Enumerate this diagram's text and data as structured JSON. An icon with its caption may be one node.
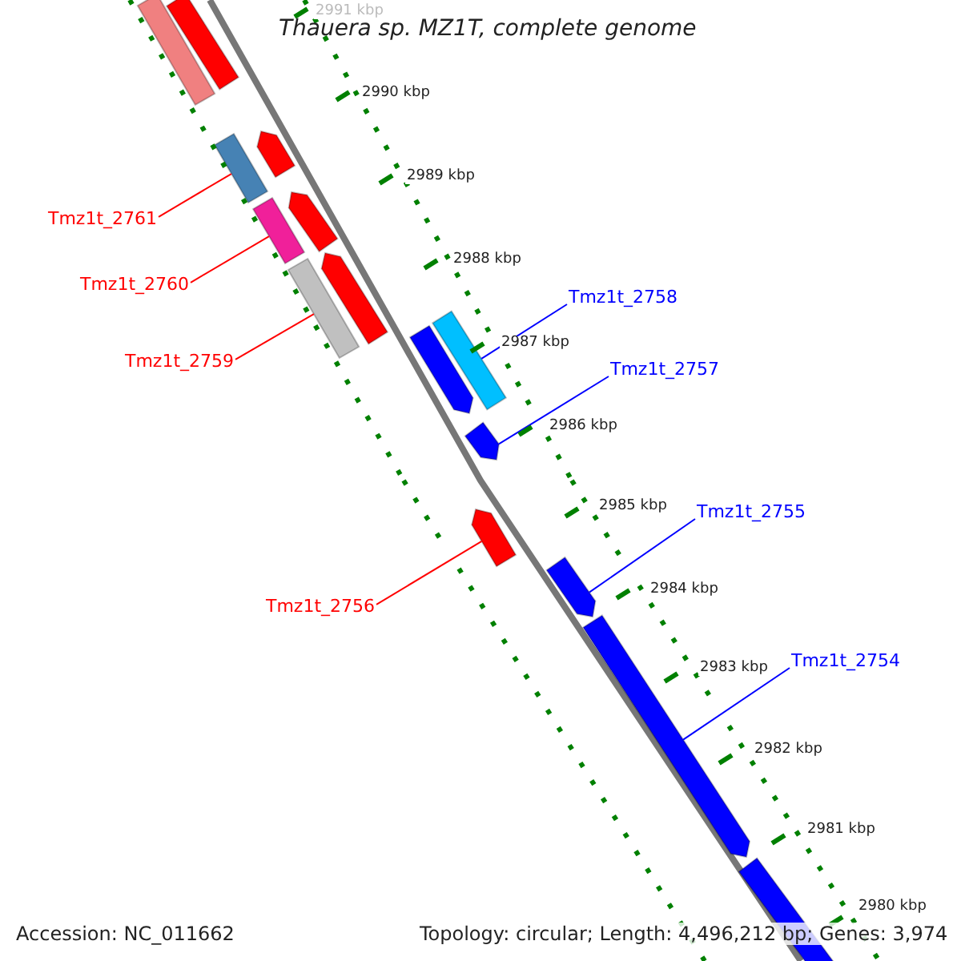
{
  "diagram": {
    "title": "Thauera sp. MZ1T, complete genome",
    "nodes": [
      {
        "text": [],
        "shape": "bar"
      },
      {
        "text": [],
        "shape": "bar"
      },
      {
        "text": [],
        "shape": "bar"
      },
      {
        "text": [],
        "shape": "bar"
      },
      {
        "text": [],
        "shape": "bar"
      },
      {
        "text": [],
        "shape": "bar"
      },
      {
        "text": [],
        "shape": "bar"
      },
      {
        "text": [],
        "shape": "bar"
      },
      {
        "text": [],
        "shape": "bar"
      },
      {
        "text": [],
        "shape": "bar"
      },
      {
        "text": [],
        "shape": "bar"
      },
      {
        "text": [],
        "shape": "bar"
      },
      {
        "text": [],
        "shape": "bar"
      },
      {
        "text": [],
        "shape": "bar"
      },
      {
        "text": [],
        "shape": "bar"
      },
      {
        "text": [
          "Tmz1t_2761"
        ]
      },
      {
        "text": [
          "Tmz1t_2760"
        ]
      },
      {
        "text": [
          "Tmz1t_2758"
        ]
      },
      {
        "text": [
          "Tmz1t_2759"
        ]
      },
      {
        "text": [
          "Tmz1t_2757"
        ]
      },
      {
        "text": [
          "Tmz1t_2755"
        ]
      },
      {
        "text": [
          "Tmz1t_2756"
        ]
      },
      {
        "text": [
          "Tmz1t_2754"
        ]
      }
    ],
    "edges": [
      {
        "from": 15,
        "to": 2,
        "arrow": "none",
        "color": "#ff0000"
      },
      {
        "from": 16,
        "to": 4,
        "arrow": "none",
        "color": "#ff0000"
      },
      {
        "from": 17,
        "to": 9,
        "arrow": "none",
        "color": "#0000ff"
      },
      {
        "from": 18,
        "to": 6,
        "arrow": "none",
        "color": "#ff0000"
      },
      {
        "from": 19,
        "to": 10,
        "arrow": "none",
        "color": "#0000ff"
      },
      {
        "from": 20,
        "to": 12,
        "arrow": "none",
        "color": "#0000ff"
      },
      {
        "from": 21,
        "to": 11,
        "arrow": "none",
        "color": "#ff0000"
      },
      {
        "from": 22,
        "to": 13,
        "arrow": "none",
        "color": "#0000ff"
      }
    ],
    "labels": [
      "2991 kbp",
      "2990 kbp",
      "2989 kbp",
      "2988 kbp",
      "2987 kbp",
      "2986 kbp",
      "2985 kbp",
      "2984 kbp",
      "2983 kbp",
      "2982 kbp",
      "2981 kbp",
      "2980 kbp",
      "Accession: NC_011662",
      "Topology: circular; Length: 4,496,212 bp; Genes: 3,974"
    ]
  }
}
